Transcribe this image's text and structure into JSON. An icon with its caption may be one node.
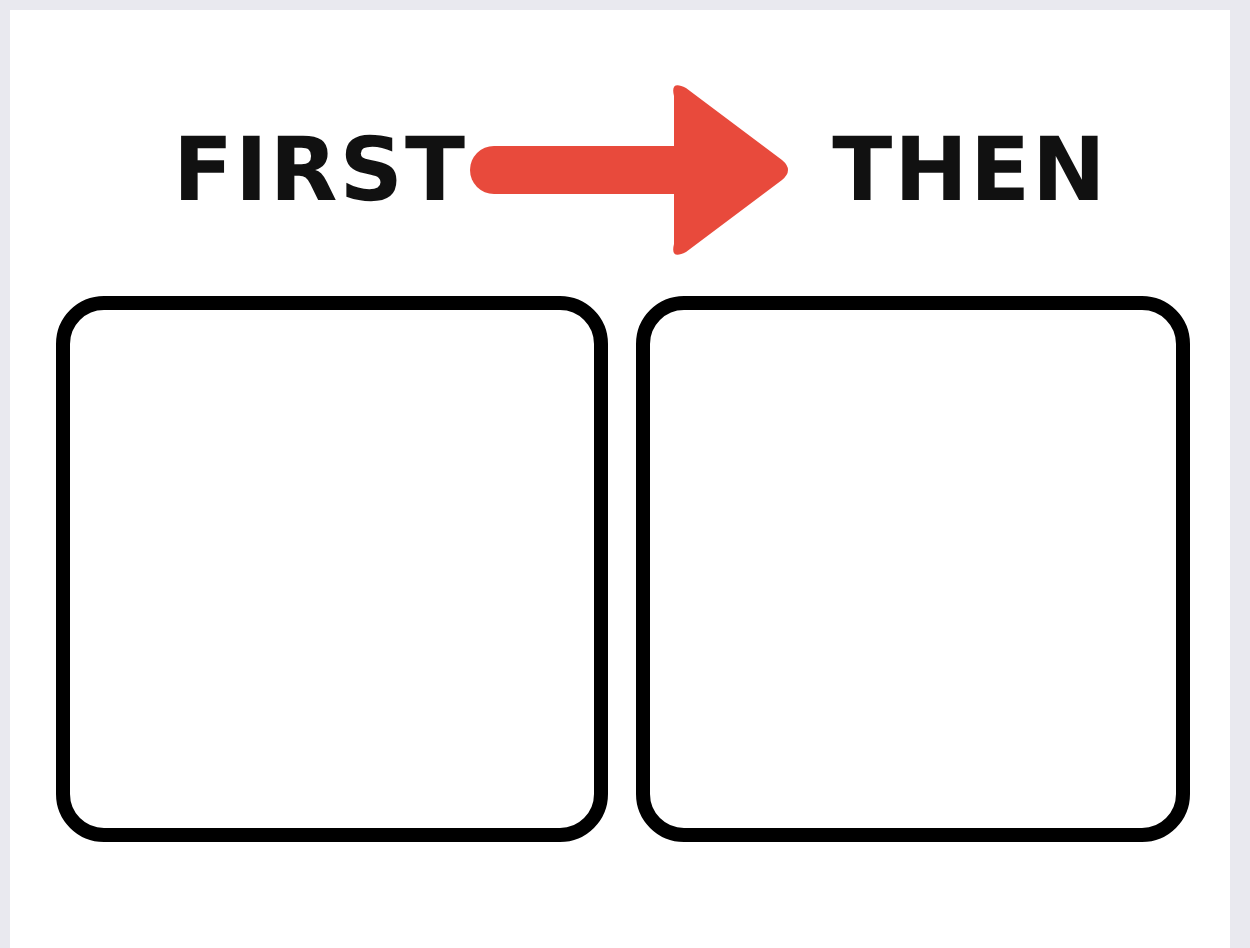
{
  "diagram": {
    "nodes": [
      {
        "text": [
          "FIRST"
        ]
      },
      {
        "text": [
          "THEN"
        ]
      },
      {
        "text": [],
        "shape": "box"
      },
      {
        "text": [],
        "shape": "box"
      }
    ],
    "edges": [
      {
        "from": 0,
        "to": 1,
        "arrow": "to"
      }
    ]
  }
}
